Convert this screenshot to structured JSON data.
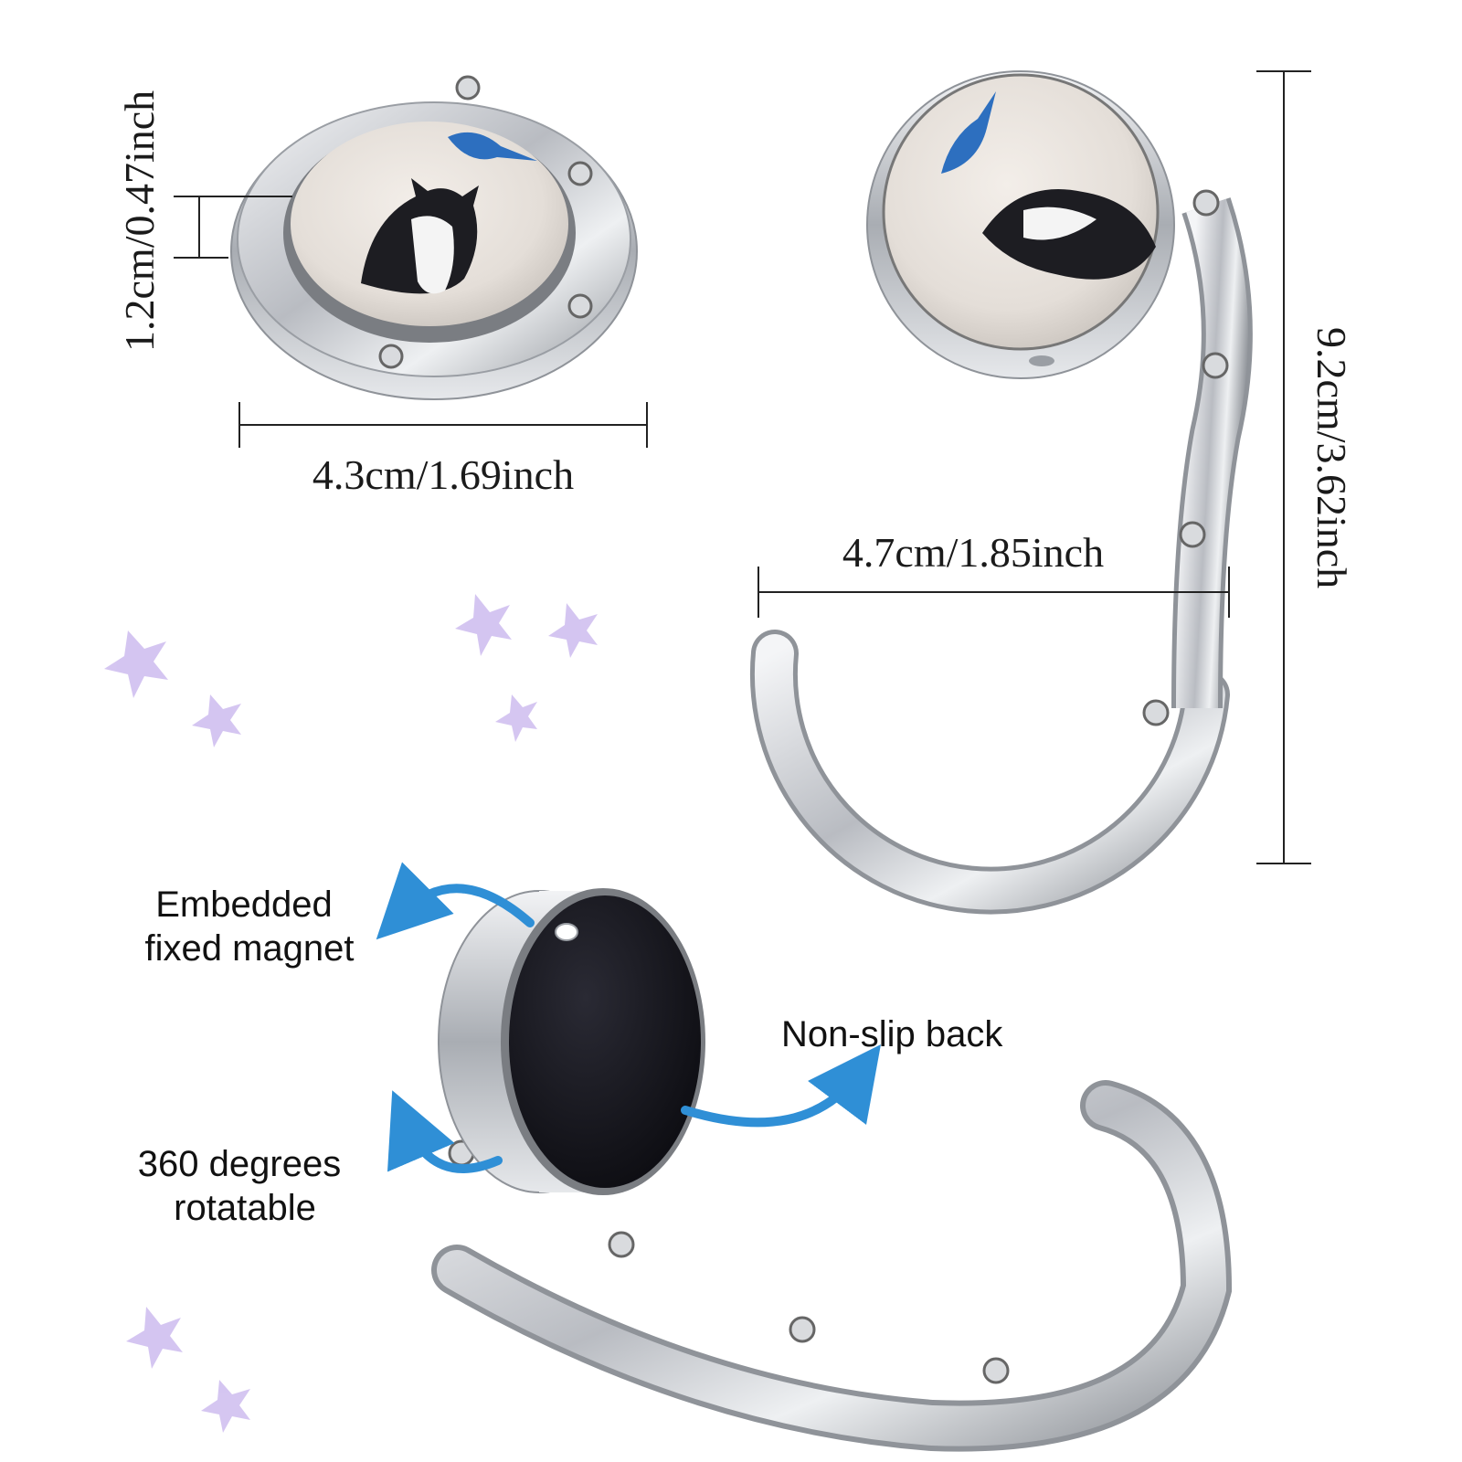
{
  "dimensions": {
    "thickness": "1.2cm/0.47inch",
    "disc_width": "4.3cm/1.69inch",
    "hook_width": "4.7cm/1.85inch",
    "total_height": "9.2cm/3.62inch"
  },
  "features": {
    "magnet_line1": "Embedded",
    "magnet_line2": "fixed magnet",
    "back": "Non-slip back",
    "rotate_line1": "360 degrees",
    "rotate_line2": "rotatable"
  },
  "colors": {
    "arrow": "#2f8fd6",
    "metal": "#c9ccd1",
    "back_pad": "#14141c",
    "petals": "#b9a0e8"
  }
}
